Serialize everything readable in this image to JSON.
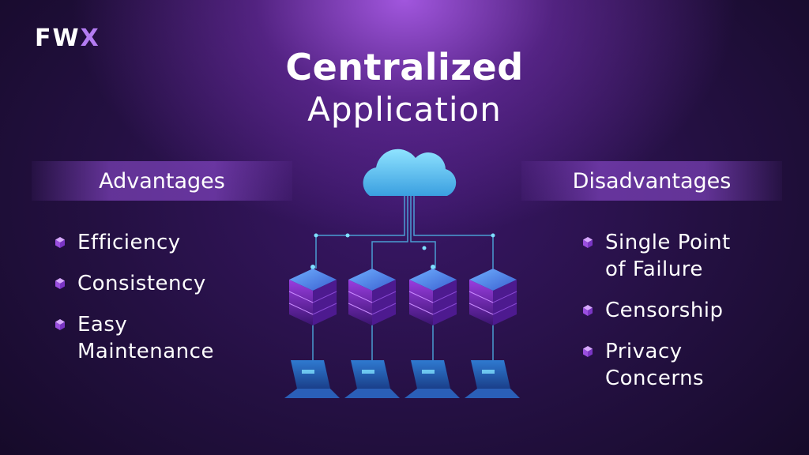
{
  "logo": {
    "text_main": "FW",
    "text_accent": "X"
  },
  "title": {
    "main": "Centralized",
    "sub": "Application"
  },
  "advantages": {
    "heading": "Advantages",
    "items": [
      "Efficiency",
      "Consistency",
      "Easy\nMaintenance"
    ]
  },
  "disadvantages": {
    "heading": "Disadvantages",
    "items": [
      "Single Point\nof Failure",
      "Censorship",
      "Privacy\nConcerns"
    ]
  },
  "diagram": {
    "icons": [
      "cloud-icon",
      "server-stack-icon",
      "laptop-icon",
      "cube-bullet-icon"
    ],
    "servers": 4,
    "laptops": 4
  },
  "colors": {
    "accent": "#b47cf2",
    "cloud": "#5ec4f0",
    "server_top": "#4a7ee0",
    "server_body": "#7a2fc4",
    "laptop": "#2b62b8"
  }
}
